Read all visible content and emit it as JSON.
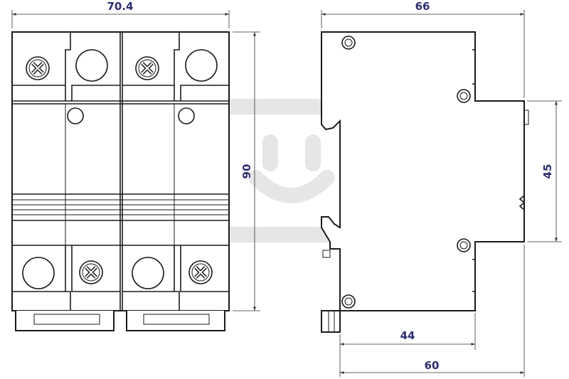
{
  "dimensions": {
    "front_width": "70.4",
    "front_height": "90",
    "side_width_top": "66",
    "side_width_bottom": "60",
    "din_rail_depth": "44",
    "front_face_height": "45"
  },
  "colors": {
    "outline": "#1a1a1a",
    "dimension_text": "#2d2d6e",
    "watermark": "#e6e6e6"
  },
  "icons": [
    "terminal-screw-icon",
    "watermark-logo"
  ]
}
